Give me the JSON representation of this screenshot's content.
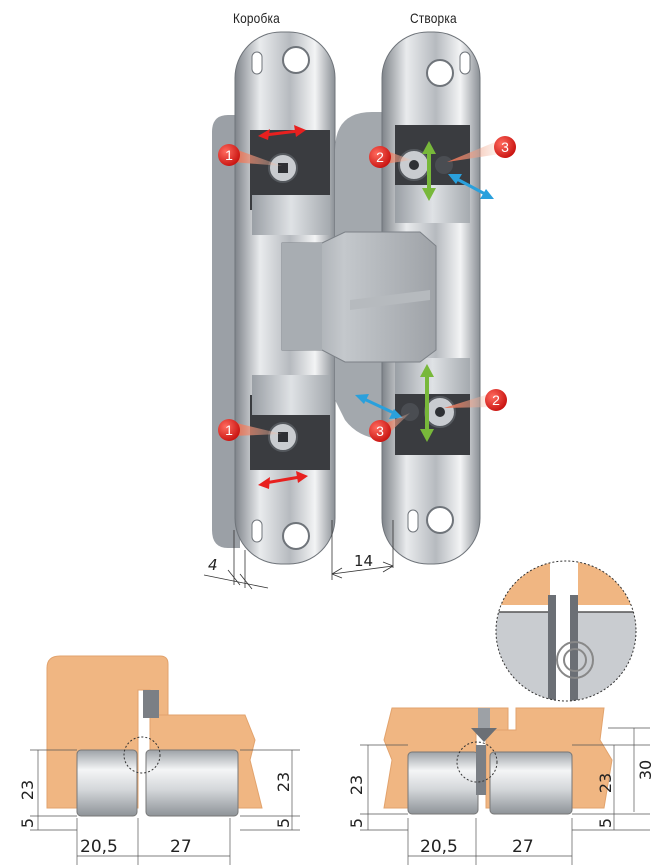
{
  "labels": {
    "frame": "Коробка",
    "leaf": "Створка"
  },
  "markers": [
    {
      "n": "1",
      "color": "#e8201f"
    },
    {
      "n": "1",
      "color": "#e8201f"
    },
    {
      "n": "2",
      "color": "#e8201f"
    },
    {
      "n": "2",
      "color": "#e8201f"
    },
    {
      "n": "3",
      "color": "#e8201f"
    },
    {
      "n": "3",
      "color": "#e8201f"
    }
  ],
  "hinge_dims": {
    "a": "4",
    "b": "14"
  },
  "left_section": {
    "h1": "23",
    "h2": "5",
    "h3": "23",
    "h4": "5",
    "w1": "20,5",
    "w2": "27"
  },
  "right_section": {
    "h1": "23",
    "h2": "5",
    "h3": "23",
    "h4": "5",
    "h5": "30",
    "w1": "20,5",
    "w2": "27"
  },
  "colors": {
    "wood": "#f0b682",
    "wood_edge": "#e2a36d",
    "metal_light": "#e6e8ea",
    "metal_dark": "#8e9298",
    "arrow_red": "#e8201f",
    "arrow_green": "#78b83a",
    "arrow_blue": "#2aa0dc"
  }
}
